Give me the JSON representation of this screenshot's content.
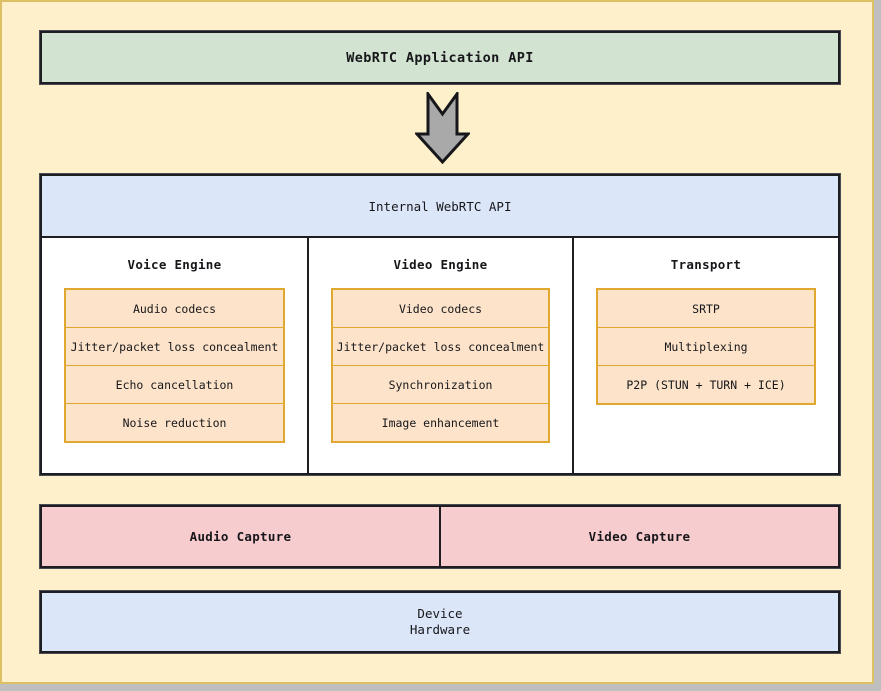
{
  "canvas": {
    "background_color": "#fdf0ca",
    "border_color": "#ddc063"
  },
  "app_api": {
    "label": "WebRTC Application API",
    "fill_color": "#d3e3d1"
  },
  "arrow": {
    "icon": "down-arrow-icon",
    "fill_color": "#a9a9a9",
    "stroke_color": "#17171b"
  },
  "internal_api": {
    "label": "Internal WebRTC API",
    "fill_color": "#dbe6f8"
  },
  "engines": [
    {
      "title": "Voice Engine",
      "items": [
        "Audio codecs",
        "Jitter/packet loss concealment",
        "Echo cancellation",
        "Noise reduction"
      ]
    },
    {
      "title": "Video Engine",
      "items": [
        "Video codecs",
        "Jitter/packet loss concealment",
        "Synchronization",
        "Image enhancement"
      ]
    },
    {
      "title": "Transport",
      "items": [
        "SRTP",
        "Multiplexing",
        "P2P (STUN + TURN + ICE)"
      ]
    }
  ],
  "engine_item_style": {
    "fill_color": "#fce3c9",
    "border_color": "#e0a82e"
  },
  "capture": {
    "fill_color": "#f6ccce",
    "audio_label": "Audio Capture",
    "video_label": "Video Capture"
  },
  "device": {
    "line1": "Device",
    "line2": "Hardware",
    "fill_color": "#dbe6f8"
  }
}
